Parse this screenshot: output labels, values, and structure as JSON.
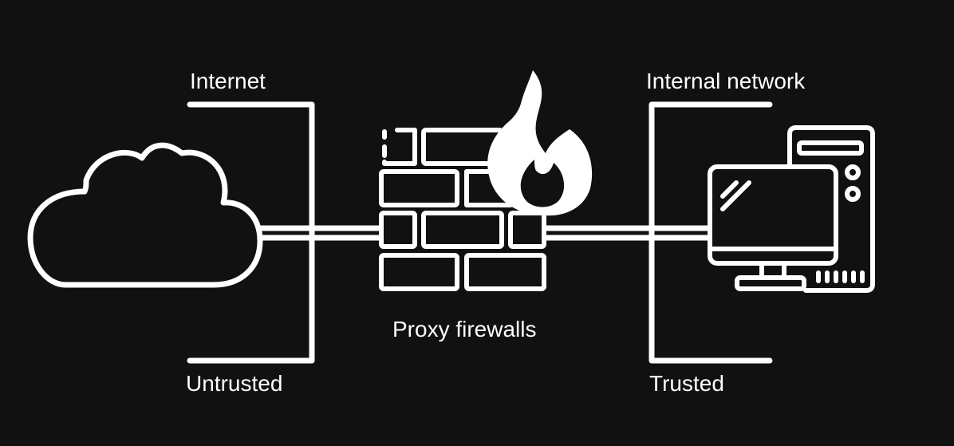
{
  "labels": {
    "internet": "Internet",
    "untrusted": "Untrusted",
    "internal_network": "Internal network",
    "trusted": "Trusted",
    "proxy_firewalls": "Proxy firewalls"
  },
  "colors": {
    "background": "#111111",
    "foreground": "#ffffff"
  },
  "icons": [
    "cloud-icon",
    "firewall-brick-wall-icon",
    "flame-icon",
    "desktop-computer-icon"
  ]
}
